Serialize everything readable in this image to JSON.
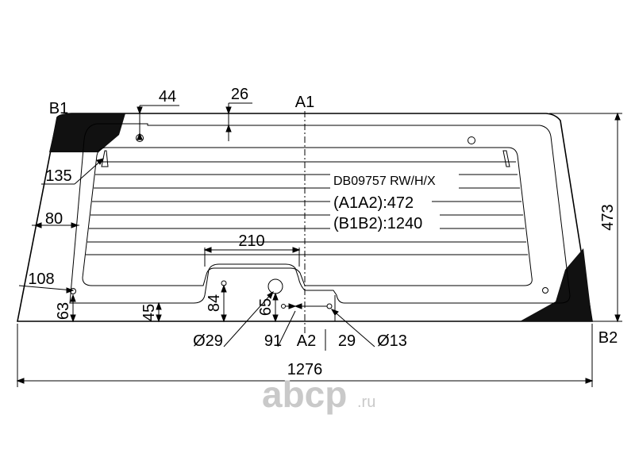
{
  "part": {
    "code": "DB09757 RW/H/X",
    "a1a2": "(A1A2):472",
    "b1b2": "(B1B2):1240"
  },
  "points": {
    "a1": "A1",
    "a2": "A2",
    "b1": "B1",
    "b2": "B2"
  },
  "dimensions": {
    "d44": "44",
    "d26": "26",
    "d135": "135",
    "d80": "80",
    "d108": "108",
    "d63": "63",
    "d45": "45",
    "d84": "84",
    "d65": "65",
    "d210": "210",
    "d473": "473",
    "d1276": "1276",
    "d29": "29",
    "d91": "91",
    "phi29": "Ø29",
    "phi13": "Ø13"
  },
  "brand": {
    "logo_text": "abcp",
    "logo_suffix": ".ru"
  },
  "colors": {
    "shading": "#111111",
    "logo": "#c9c9c9"
  }
}
